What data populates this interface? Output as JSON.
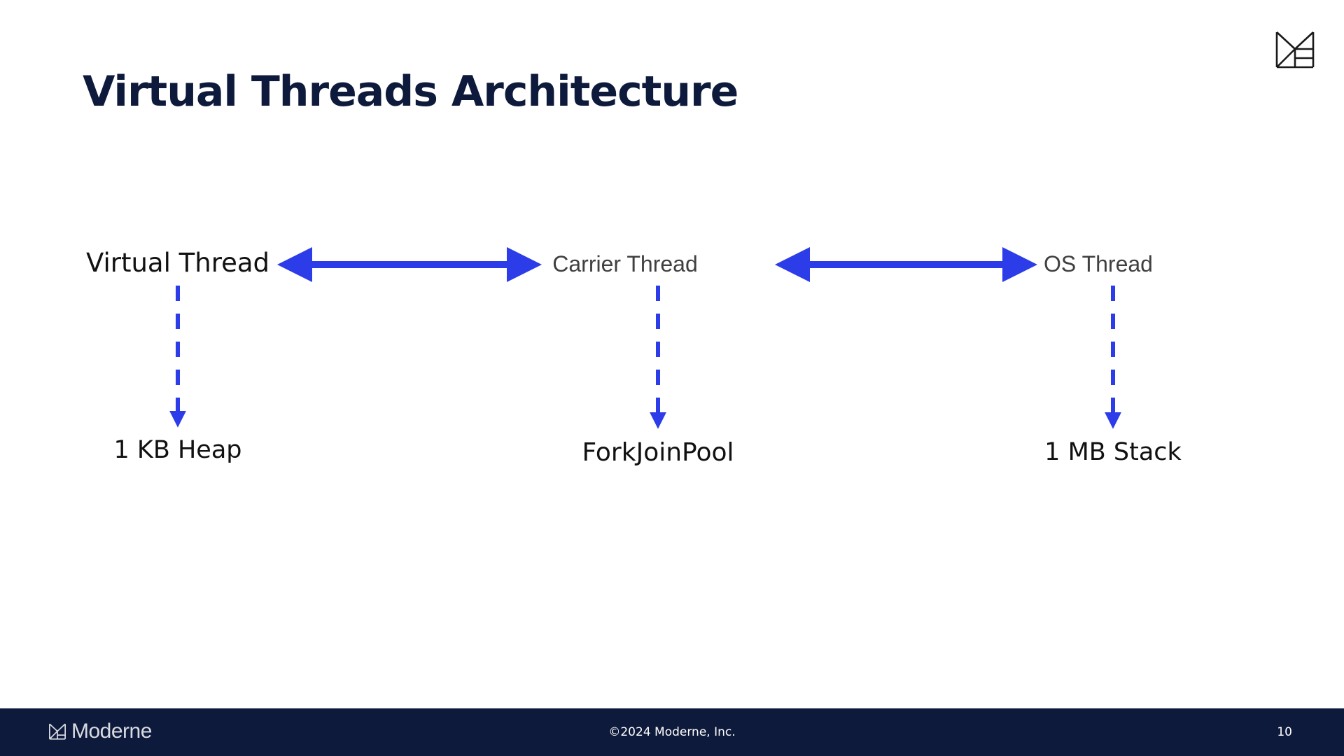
{
  "slide": {
    "title": "Virtual Threads Architecture"
  },
  "nodes": {
    "virtual_thread": "Virtual Thread",
    "carrier_thread": "Carrier Thread",
    "os_thread": "OS Thread",
    "heap": "1 KB Heap",
    "forkjoinpool": "ForkJoinPool",
    "stack": "1 MB Stack"
  },
  "footer": {
    "brand": "Moderne",
    "copyright": "©2024 Moderne, Inc.",
    "page_number": "10"
  },
  "icons": {
    "top_right": "moderne-logo-icon",
    "footer": "moderne-logo-icon"
  },
  "colors": {
    "title": "#0e1a3b",
    "arrow": "#2b3ce8",
    "footer_bg": "#0e1a3b"
  }
}
